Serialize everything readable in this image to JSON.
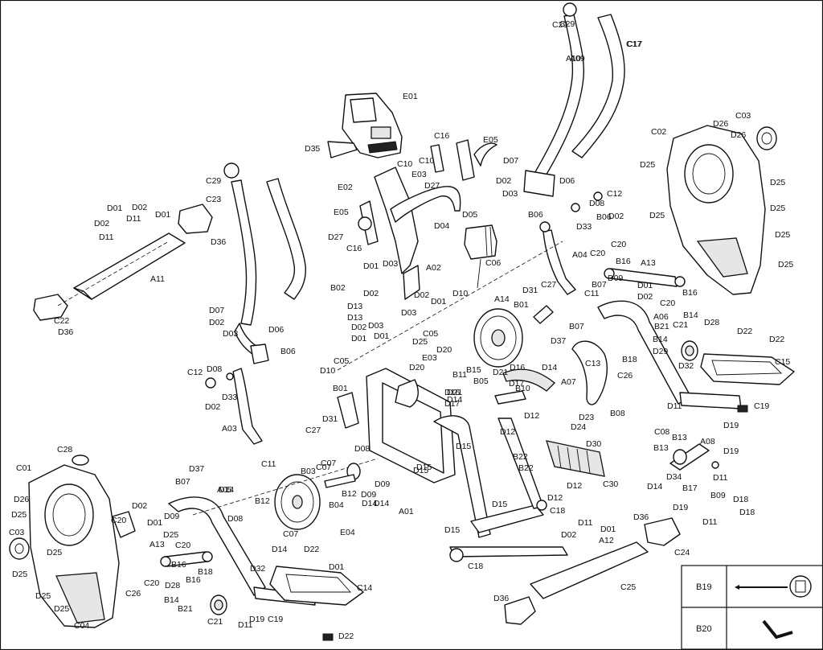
{
  "diagram": {
    "labels": [
      "E01",
      "D35",
      "C16",
      "E05",
      "C10",
      "C10",
      "E03",
      "D27",
      "C29",
      "D01",
      "D02",
      "D11",
      "D01",
      "D02",
      "D11",
      "C23",
      "D36",
      "A11",
      "C22",
      "D36",
      "C29",
      "A09",
      "C17",
      "E02",
      "E05",
      "D27",
      "C16",
      "D05",
      "D04",
      "C06",
      "A02",
      "D01",
      "D03",
      "D02",
      "B02",
      "D13",
      "D13",
      "D07",
      "D02",
      "D03",
      "D06",
      "B06",
      "C12",
      "D08",
      "D33",
      "D02",
      "A03",
      "D02",
      "D03",
      "D01",
      "D03",
      "D01",
      "D10",
      "C05",
      "D02",
      "D01",
      "E03",
      "D25",
      "C05",
      "D20",
      "D10",
      "B01",
      "D31",
      "C27",
      "C11",
      "A14",
      "D20",
      "B11",
      "B15",
      "B05",
      "D16",
      "D17",
      "D14",
      "D21",
      "D21",
      "D16",
      "D17",
      "D14",
      "A07",
      "B10",
      "C13",
      "D23",
      "D24",
      "B08",
      "C29",
      "A10",
      "C17",
      "D07",
      "D02",
      "D03",
      "D06",
      "C12",
      "D08",
      "D02",
      "B06",
      "D33",
      "B06",
      "A04",
      "C20",
      "B16",
      "A13",
      "C20",
      "D09",
      "D01",
      "D02",
      "B07",
      "C11",
      "C20",
      "B16",
      "D31",
      "C27",
      "B01",
      "D37",
      "B07",
      "A06",
      "B21",
      "C21",
      "B14",
      "B14",
      "D28",
      "D29",
      "D32",
      "B18",
      "C26",
      "D22",
      "D22",
      "C15",
      "D11",
      "C19",
      "D19",
      "C02",
      "D26",
      "C03",
      "D26",
      "D25",
      "D25",
      "D25",
      "D25",
      "D25",
      "D25",
      "D12",
      "D12",
      "D15",
      "D15",
      "D30",
      "C30",
      "B22",
      "B22",
      "D12",
      "D12",
      "D15",
      "C18",
      "D15",
      "A01",
      "D15",
      "C18",
      "C08",
      "B13",
      "B13",
      "A08",
      "D34",
      "D14",
      "B17",
      "D11",
      "D19",
      "B09",
      "D18",
      "D19",
      "D11",
      "D18",
      "D37",
      "B07",
      "D02",
      "D09",
      "D01",
      "A05",
      "D14",
      "B12",
      "D08",
      "B03",
      "C07",
      "B12",
      "D14",
      "D09",
      "D14",
      "D08",
      "C07",
      "D09",
      "B04",
      "D14",
      "C07",
      "E04",
      "D22",
      "D32",
      "C14",
      "C01",
      "C28",
      "D26",
      "D25",
      "C03",
      "D25",
      "D25",
      "D25",
      "D25",
      "C04",
      "C20",
      "D25",
      "A13",
      "C20",
      "B16",
      "C20",
      "B16",
      "C26",
      "B18",
      "D28",
      "B14",
      "B21",
      "C21",
      "D11",
      "D19",
      "C19",
      "D22",
      "D01",
      "D02",
      "D11",
      "D01",
      "A12",
      "C25",
      "D36",
      "C24",
      "D36"
    ],
    "legend": [
      {
        "code": "B19",
        "tool": "wrench-icon"
      },
      {
        "code": "B20",
        "tool": "hex-key-icon"
      }
    ]
  }
}
